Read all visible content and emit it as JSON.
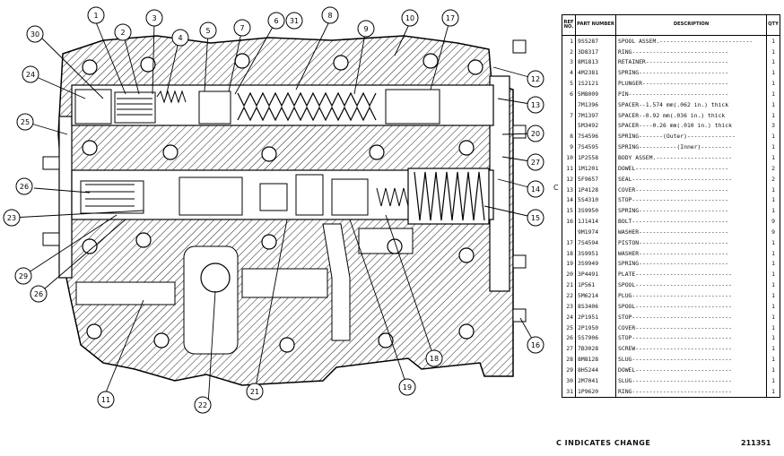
{
  "table": {
    "headers": {
      "ref": "REF NO.",
      "part_number": "PART NUMBER",
      "description": "DESCRIPTION",
      "qty": "QTY"
    },
    "rows": [
      {
        "ref": "1",
        "part_number": "9S5287",
        "description": "SPOOL ASSEM.---------------------------",
        "qty": "1"
      },
      {
        "ref": "2",
        "part_number": "3D8317",
        "description": "RING----------------------------",
        "qty": "1"
      },
      {
        "ref": "3",
        "part_number": "8M1813",
        "description": "RETAINER------------------------",
        "qty": "1"
      },
      {
        "ref": "4",
        "part_number": "4M2381",
        "description": "SPRING--------------------------",
        "qty": "1"
      },
      {
        "ref": "5",
        "part_number": "1S2121",
        "description": "PLUNGER-------------------------",
        "qty": "1"
      },
      {
        "ref": "6",
        "part_number": "5M8009",
        "description": "PIN-----------------------------",
        "qty": "1"
      },
      {
        "ref": "",
        "part_number": "7M1396",
        "description": "SPACER--1.574 mm(.062 in.) thick",
        "qty": "1"
      },
      {
        "ref": "7",
        "part_number": "7M1397",
        "description": "SPACER--0.92 mm(.036 in.) thick",
        "qty": "1"
      },
      {
        "ref": "",
        "part_number": "5M3492",
        "description": "SPACER----0.26 mm(.010 in.) thick",
        "qty": "3"
      },
      {
        "ref": "8",
        "part_number": "7S4596",
        "description": "SPRING-------(Outer)--------------",
        "qty": "1"
      },
      {
        "ref": "9",
        "part_number": "7S4595",
        "description": "SPRING-----------(Inner)---------",
        "qty": "1"
      },
      {
        "ref": "10",
        "part_number": "1P2558",
        "description": "BODY ASSEM.----------------------",
        "qty": "1"
      },
      {
        "ref": "11",
        "part_number": "1M1201",
        "description": "DOWEL---------------------------",
        "qty": "2"
      },
      {
        "ref": "12",
        "part_number": "5F9657",
        "description": "SEAL-----------------------------",
        "qty": "2"
      },
      {
        "ref": "13",
        "part_number": "1P4128",
        "description": "COVER---------------------------",
        "qty": "1"
      },
      {
        "ref": "14",
        "part_number": "5S4310",
        "description": "STOP----------------------------",
        "qty": "1"
      },
      {
        "ref": "15",
        "part_number": "3S9950",
        "description": "SPRING--------------------------",
        "qty": "1"
      },
      {
        "ref": "16",
        "part_number": "1J1414",
        "description": "BOLT----------------------------",
        "qty": "9"
      },
      {
        "ref": "",
        "part_number": "9M1974",
        "description": "WASHER--------------------------",
        "qty": "9"
      },
      {
        "ref": "17",
        "part_number": "7S4594",
        "description": "PISTON--------------------------",
        "qty": "1"
      },
      {
        "ref": "18",
        "part_number": "3S9951",
        "description": "WASHER--------------------------",
        "qty": "1"
      },
      {
        "ref": "19",
        "part_number": "3S9949",
        "description": "SPRING--------------------------",
        "qty": "1"
      },
      {
        "ref": "20",
        "part_number": "3P4491",
        "description": "PLATE----------------------------",
        "qty": "1"
      },
      {
        "ref": "21",
        "part_number": "1P561",
        "description": "SPOOL----------------------------",
        "qty": "1"
      },
      {
        "ref": "22",
        "part_number": "5M6214",
        "description": "PLUG-----------------------------",
        "qty": "1"
      },
      {
        "ref": "23",
        "part_number": "8S3406",
        "description": "SPOOL----------------------------",
        "qty": "1"
      },
      {
        "ref": "24",
        "part_number": "2P1951",
        "description": "STOP-----------------------------",
        "qty": "1"
      },
      {
        "ref": "25",
        "part_number": "2P1950",
        "description": "COVER----------------------------",
        "qty": "1"
      },
      {
        "ref": "26",
        "part_number": "5S7906",
        "description": "STOP-----------------------------",
        "qty": "1"
      },
      {
        "ref": "27",
        "part_number": "7B3028",
        "description": "SCREW----------------------------",
        "qty": "1"
      },
      {
        "ref": "28",
        "part_number": "8M8128",
        "description": "SLUG-----------------------------",
        "qty": "1"
      },
      {
        "ref": "29",
        "part_number": "8H5244",
        "description": "DOWEL----------------------------",
        "qty": "1"
      },
      {
        "ref": "30",
        "part_number": "2M7041",
        "description": "SLUG-----------------------------",
        "qty": "1"
      },
      {
        "ref": "31",
        "part_number": "1P9620",
        "description": "RING-----------------------------",
        "qty": "1"
      }
    ]
  },
  "callouts": [
    "1",
    "2",
    "3",
    "4",
    "5",
    "6",
    "7",
    "8",
    "9",
    "10",
    "11",
    "12",
    "13",
    "14",
    "15",
    "16",
    "17",
    "18",
    "19",
    "20",
    "21",
    "22",
    "23",
    "24",
    "25",
    "26",
    "26",
    "27",
    "29",
    "30",
    "31"
  ],
  "change_marker": "C",
  "footer_note": "C INDICATES CHANGE",
  "figure_id": "211351"
}
